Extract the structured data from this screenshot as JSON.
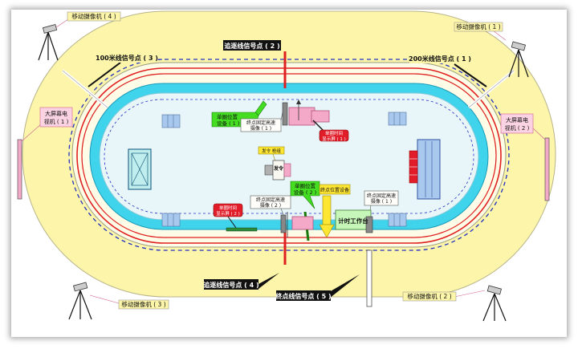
{
  "signals": {
    "chase2": "追逐线信号点 ( 2 )",
    "m100": "100米线信号点 ( 3 )",
    "m200": "200米线信号点 ( 1 )",
    "chase4": "追逐线信号点 ( 4 )",
    "finish": "终点线信号点 ( 5 )"
  },
  "cameras": {
    "mobile4": "移动摄像机 ( 4 )",
    "mobile1": "移动摄像机 ( 1 )",
    "mobile3": "移动摄像机 ( 3 )",
    "mobile2": "移动摄像机 ( 2 )"
  },
  "screens": {
    "left": [
      "大屏幕电",
      "视机 ( 1 )"
    ],
    "right": [
      "大屏幕电",
      "视机 ( 2 )"
    ]
  },
  "devices": {
    "pos_top": [
      "单圈位置",
      "设备 ( 1 )"
    ],
    "cam_top": [
      "终点固定高速",
      "摄像 ( 1 )"
    ],
    "red_top": [
      "单圈时间",
      "显示屏 ( 1 )"
    ],
    "start_yellow": "发令 枪组",
    "start_box": "发令",
    "cam_bottom_left": [
      "终点固定高速",
      "摄像 ( 2 )"
    ],
    "pos_bottom": [
      "单圈位置",
      "设备 ( 2 )"
    ],
    "finish_pos": "终点位置设备",
    "cam_bottom_right": [
      "终点固定高速",
      "摄像 ( 1 )"
    ],
    "red_bottom": [
      "单圈时间",
      "显示屏 ( 2 )"
    ],
    "timing_table": "计时工作台"
  },
  "colors": {
    "outer": "#fdf6aa",
    "track_cyan": "#40d4ec",
    "infield": "#e8f6fa",
    "red_line": "#e02020",
    "dash_line": "#2030c0",
    "green": "#44dd22",
    "yellow": "#ffe633",
    "red_box": "#e21d2a",
    "pink": "#f5a9c8"
  }
}
